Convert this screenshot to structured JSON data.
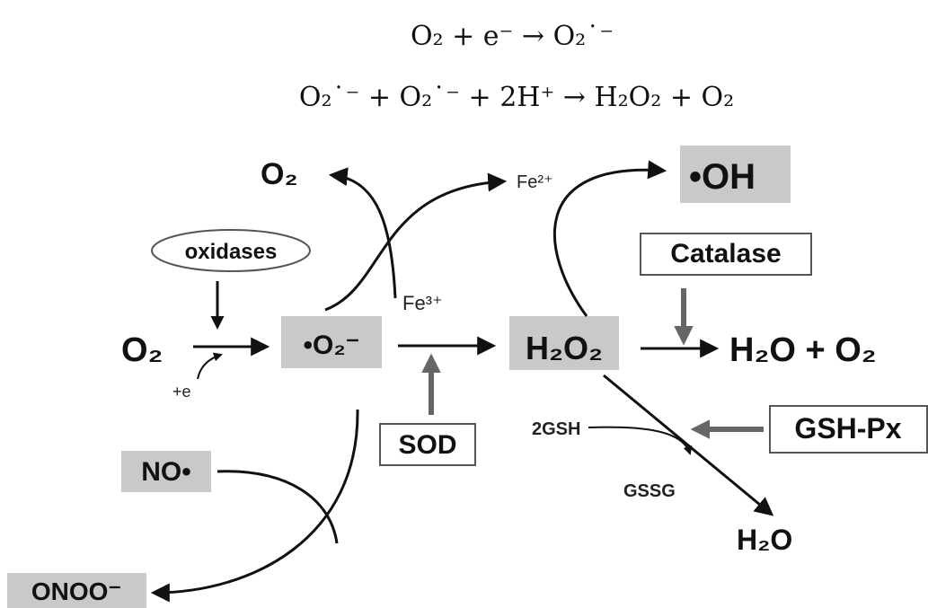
{
  "equations": {
    "eq1": "O₂ + e⁻ → O₂˙⁻",
    "eq2": "O₂˙⁻ + O₂˙⁻ + 2H⁺ → H₂O₂ + O₂"
  },
  "nodes": {
    "o2_top": "O₂",
    "fe2": "Fe²⁺",
    "oh": "•OH",
    "oxidases": "oxidases",
    "catalase": "Catalase",
    "fe3": "Fe³⁺",
    "o2_left": "O₂",
    "e": "+e",
    "superoxide": "•O₂⁻",
    "h2o2": "H₂O₂",
    "h2o_o2": "H₂O + O₂",
    "gsh2": "2GSH",
    "gshpx": "GSH-Px",
    "sod": "SOD",
    "no": "NO•",
    "gssg": "GSSG",
    "h2o": "H₂O",
    "onoo": "ONOO⁻"
  },
  "colors": {
    "shaded_box": "#c9c9c9",
    "arrow": "#111111",
    "enzyme_arrow": "#666666"
  }
}
